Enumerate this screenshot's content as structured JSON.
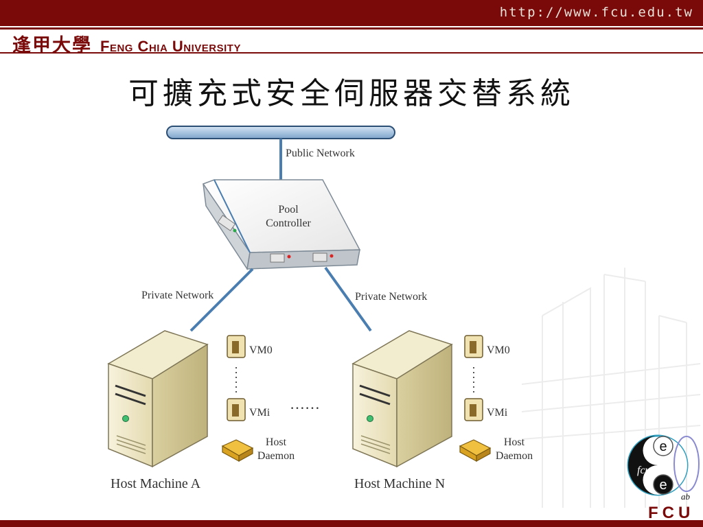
{
  "header": {
    "url": "http://www.fcu.edu.tw",
    "brand_cn": "逢甲大學",
    "brand_en": "Feng Chia University"
  },
  "slide": {
    "title": "可擴充式安全伺服器交替系統"
  },
  "diagram": {
    "public_network_label": "Public Network",
    "pool_controller_label_line1": "Pool",
    "pool_controller_label_line2": "Controller",
    "private_network_left_label": "Private Network",
    "private_network_right_label": "Private Network",
    "host_a": {
      "label": "Host Machine A",
      "vm_top": "VM0",
      "vm_bottom": "VMi",
      "daemon_line1": "Host",
      "daemon_line2": "Daemon"
    },
    "host_n": {
      "label": "Host Machine N",
      "vm_top": "VM0",
      "vm_bottom": "VMi",
      "daemon_line1": "Host",
      "daemon_line2": "Daemon"
    },
    "between_hosts_ellipsis": "……"
  },
  "logo": {
    "e_top": "e",
    "fcu": "fcu",
    "e_bottom": "e",
    "ab": "ab",
    "bottom_text": "FCU"
  },
  "colors": {
    "brand": "#7a0a0a",
    "network_line": "#4a7eb0",
    "bus_fill": "#a9c4e0",
    "server_body": "#efe8c8"
  }
}
